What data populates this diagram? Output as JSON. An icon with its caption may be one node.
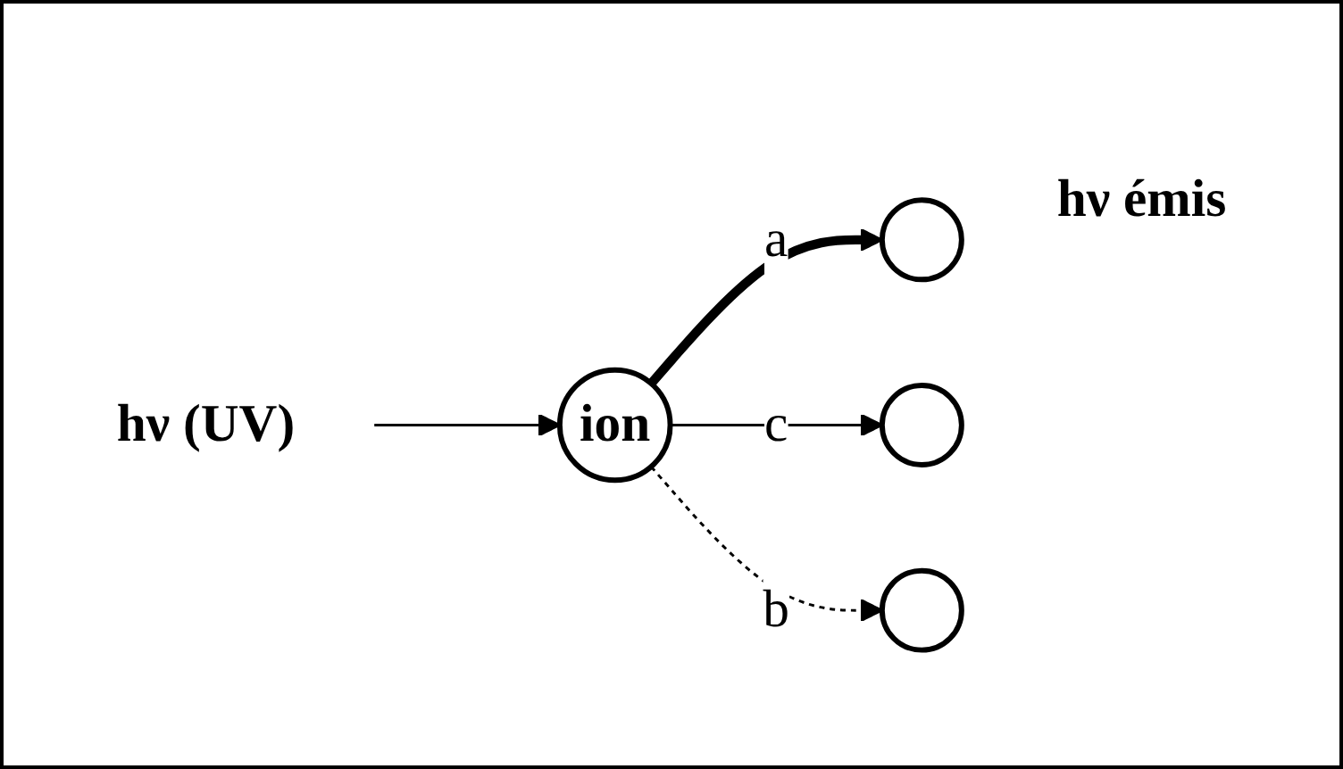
{
  "diagram": {
    "nodes": [
      {
        "text": [
          "hν (UV)"
        ]
      },
      {
        "text": [
          "ion"
        ]
      },
      {
        "text": [],
        "shape": "circle",
        "beside": [
          "hν émis"
        ]
      },
      {
        "text": [],
        "shape": "circle"
      },
      {
        "text": [],
        "shape": "circle"
      }
    ],
    "edges": [
      {
        "from": 0,
        "to": 1,
        "arrow": "to"
      },
      {
        "from": 1,
        "to": 2,
        "arrow": "to",
        "label": "a",
        "style": "thick"
      },
      {
        "from": 1,
        "to": 3,
        "arrow": "to",
        "label": "c"
      },
      {
        "from": 1,
        "to": 4,
        "arrow": "to",
        "label": "b",
        "style": "dashed"
      }
    ]
  }
}
